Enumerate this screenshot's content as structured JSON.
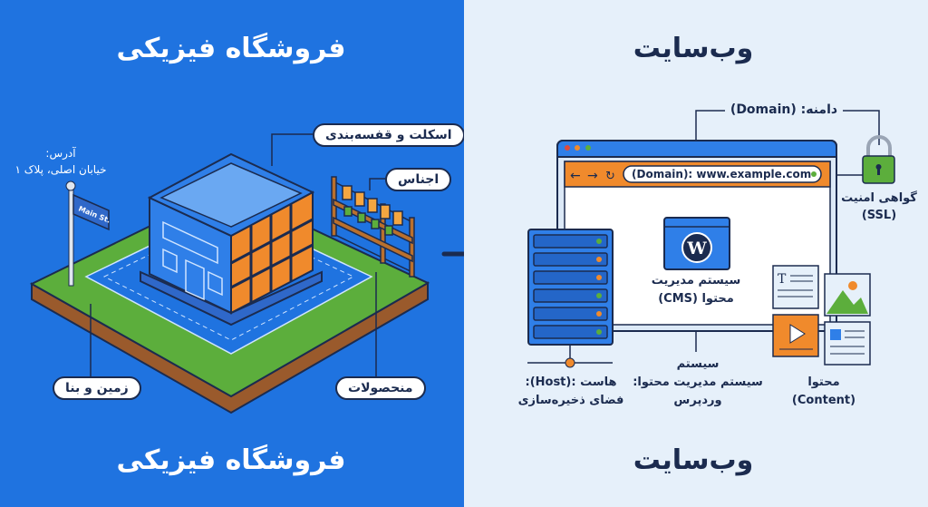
{
  "left_panel": {
    "title_top": "فروشگاه فیزیکی",
    "title_bottom": "فروشگاه فیزیکی",
    "address_label": "آدرس:",
    "address_value": "خیابان اصلی، پلاک ۱",
    "street_sign": "Main St.",
    "labels": {
      "frame": "اسکلت و قفسه‌بندی",
      "goods": "اجناس",
      "land": "زمین و بنا",
      "products": "منحصولات"
    }
  },
  "right_panel": {
    "title_top": "وب‌سایت",
    "title_bottom": "وب‌سایت",
    "domain_label": "دامنه: (Domain)",
    "url_text": "(Domain): www.example.com",
    "ssl_label_1": "گواهی امنیت",
    "ssl_label_2": "(SSL)",
    "cms_label_1": "سیستم مدیریت",
    "cms_label_2": "محتوا (CMS)",
    "host_label_1": "هاست :(Host):",
    "host_label_2": "فضای ذخیره‌سازی",
    "wp_label_1": "سیستم",
    "wp_label_2": "سیستم مدیریت محتوا:",
    "wp_label_3": "وردپرس",
    "content_label_1": "محتوا",
    "content_label_2": "(Content)"
  },
  "colors": {
    "left_bg": "#1f73e0",
    "right_bg": "#e6f0fa",
    "orange": "#f08a2c",
    "green": "#5cae3c",
    "navy": "#1b2b4f"
  }
}
